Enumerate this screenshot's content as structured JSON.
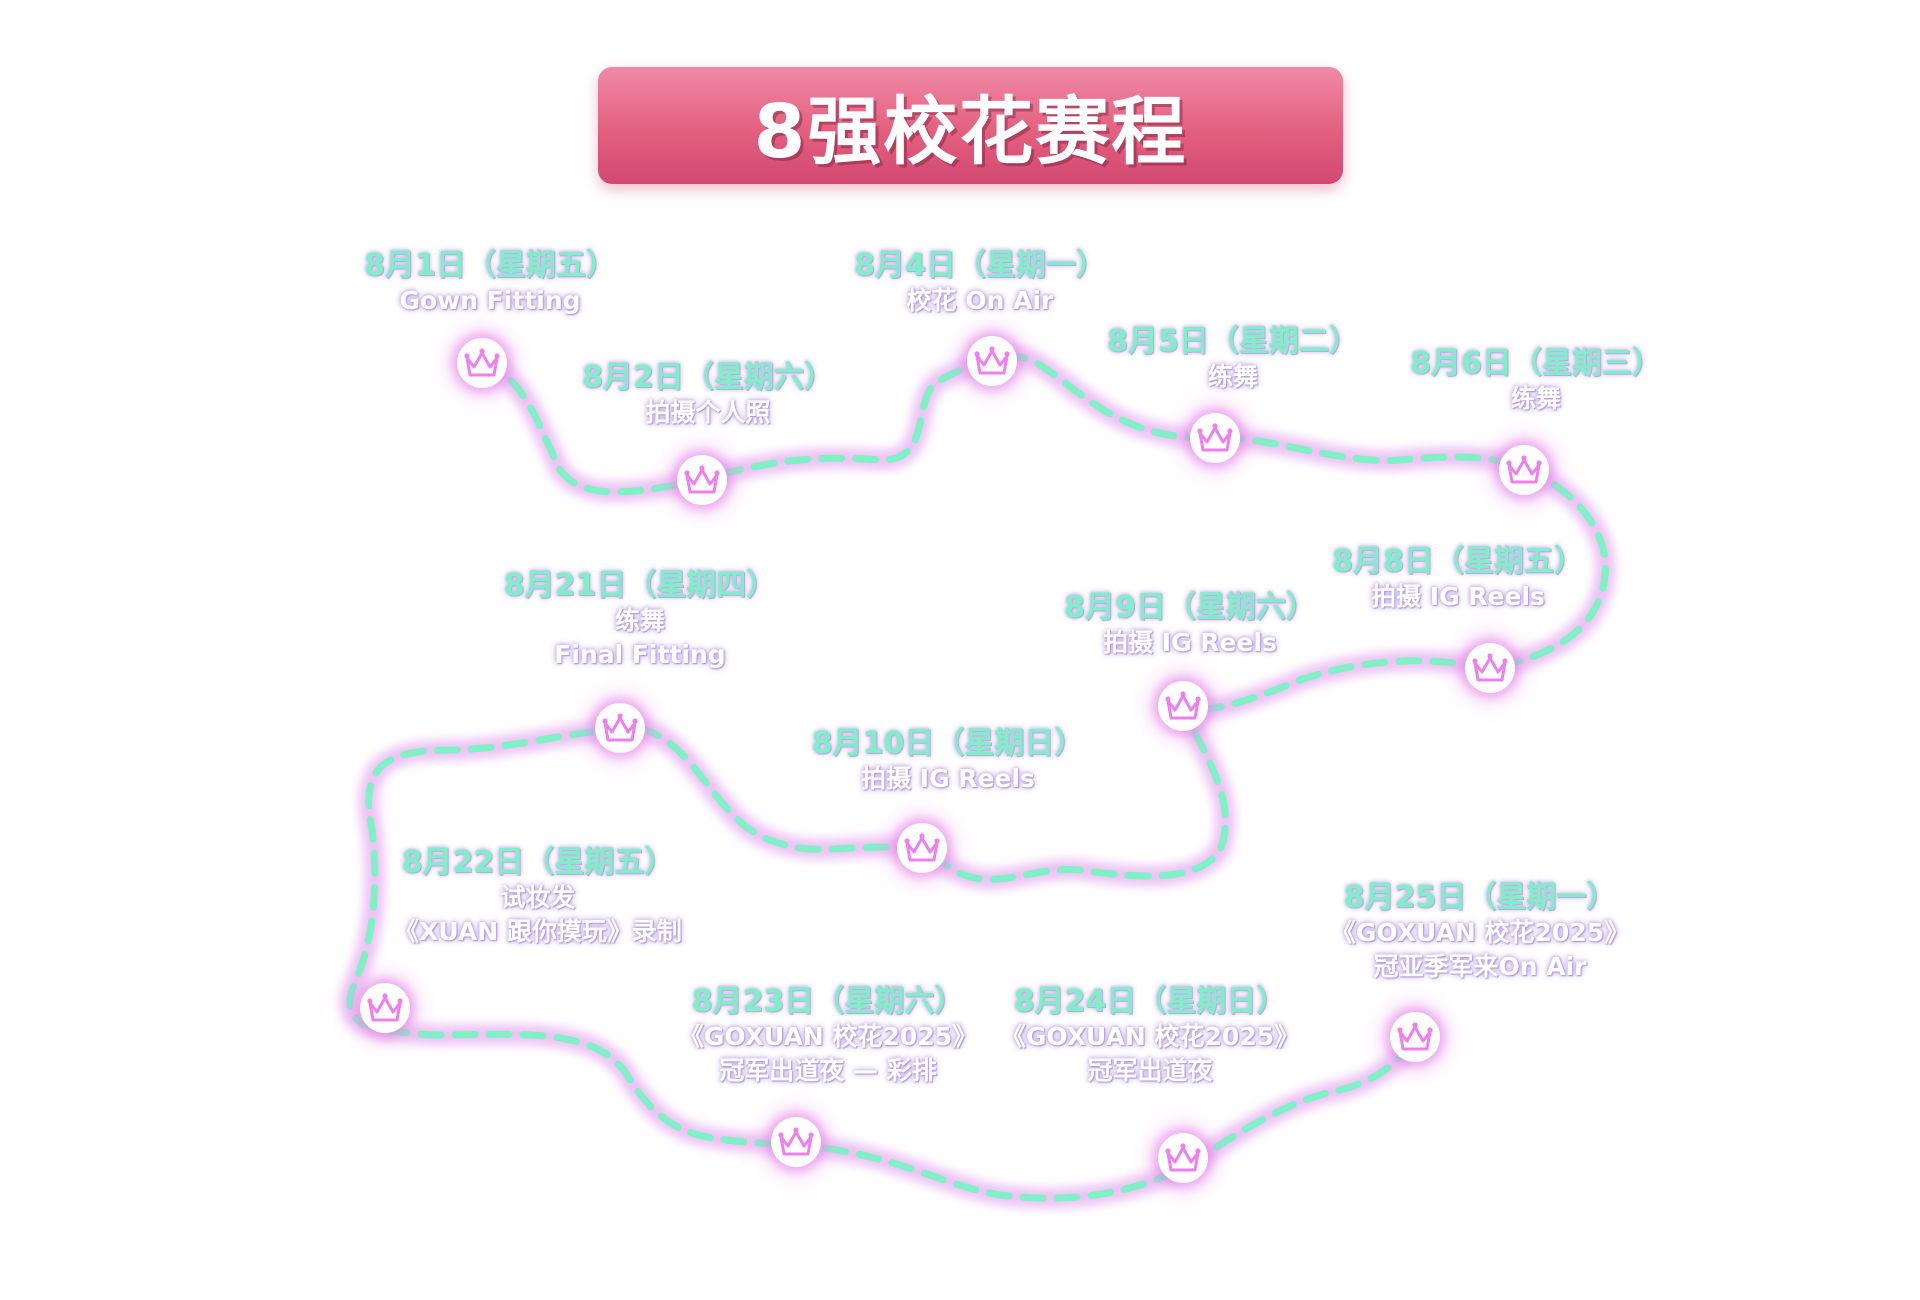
{
  "title": "8强校花赛程",
  "colors": {
    "banner_top": "#f08aa6",
    "banner_bottom": "#d24872",
    "path_dash": "#80f0c6",
    "path_glow": "#e9b8f2",
    "date_text": "#7ff0c6",
    "crown": "#ee7ff0"
  },
  "icon": "crown-icon",
  "events": [
    {
      "date": "8月1日（星期五）",
      "lines": [
        "Gown Fitting"
      ]
    },
    {
      "date": "8月2日（星期六）",
      "lines": [
        "拍摄个人照"
      ]
    },
    {
      "date": "8月4日（星期一）",
      "lines": [
        "校花 On Air"
      ]
    },
    {
      "date": "8月5日（星期二）",
      "lines": [
        "练舞"
      ]
    },
    {
      "date": "8月6日（星期三）",
      "lines": [
        "练舞"
      ]
    },
    {
      "date": "8月8日（星期五）",
      "lines": [
        "拍摄 IG Reels"
      ]
    },
    {
      "date": "8月9日（星期六）",
      "lines": [
        "拍摄 IG Reels"
      ]
    },
    {
      "date": "8月10日（星期日）",
      "lines": [
        "拍摄 IG Reels"
      ]
    },
    {
      "date": "8月21日（星期四）",
      "lines": [
        "练舞",
        "Final Fitting"
      ]
    },
    {
      "date": "8月22日（星期五）",
      "lines": [
        "试妆发",
        "《XUAN 跟你摸玩》录制"
      ]
    },
    {
      "date": "8月23日（星期六）",
      "lines": [
        "《GOXUAN 校花2025》",
        "冠军出道夜 — 彩排"
      ]
    },
    {
      "date": "8月24日（星期日）",
      "lines": [
        "《GOXUAN 校花2025》",
        "冠军出道夜"
      ]
    },
    {
      "date": "8月25日（星期一）",
      "lines": [
        "《GOXUAN 校花2025》",
        "冠亚季军来On Air"
      ]
    }
  ]
}
